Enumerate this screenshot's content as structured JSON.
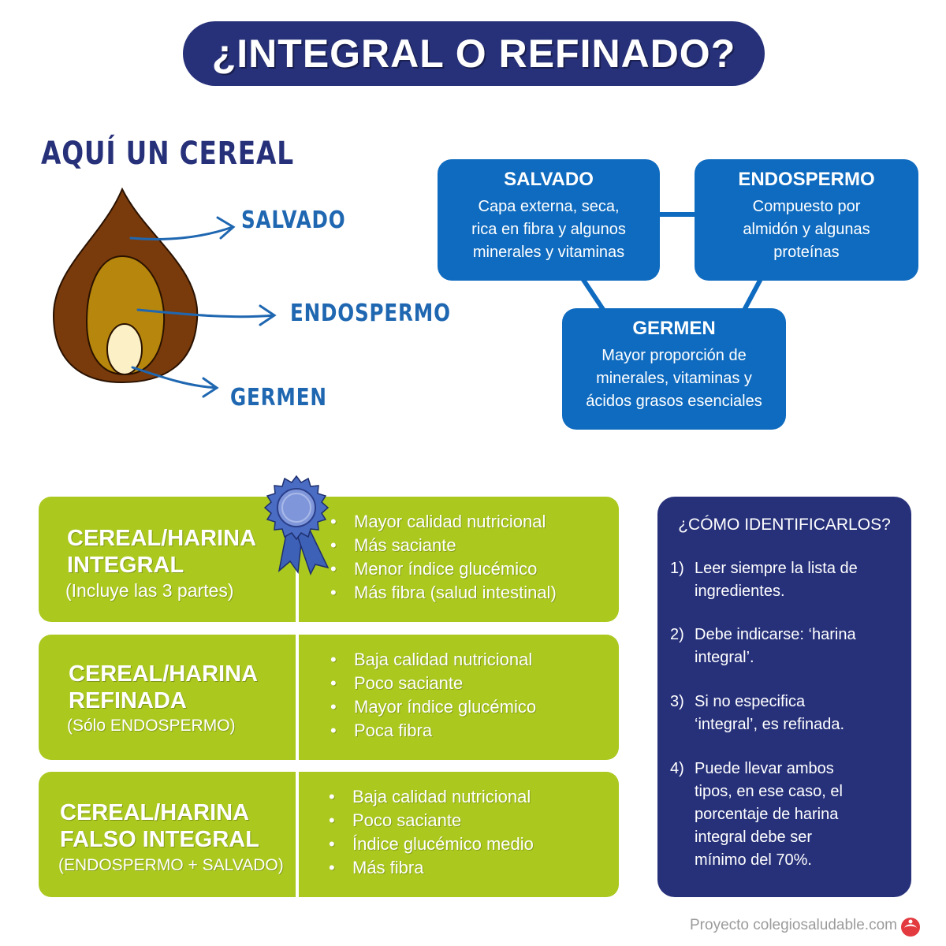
{
  "title": "¿INTEGRAL O REFINADO?",
  "cereal_heading": "AQUÍ UN CEREAL",
  "grain_labels": {
    "salvado": "SALVADO",
    "endosperm": "ENDOSPERMO",
    "germen": "GERMEN"
  },
  "parts": {
    "salvado": {
      "title": "SALVADO",
      "desc": [
        "Capa externa, seca,",
        "rica en fibra y algunos",
        "minerales y vitaminas"
      ]
    },
    "endosperm": {
      "title": "ENDOSPERMO",
      "desc": [
        "Compuesto por",
        "almidón y algunas",
        "proteínas"
      ]
    },
    "germen": {
      "title": "GERMEN",
      "desc": [
        "Mayor proporción de",
        "minerales, vitaminas y",
        "ácidos grasos esenciales"
      ]
    }
  },
  "types": [
    {
      "name": [
        "CEREAL/HARINA",
        "INTEGRAL"
      ],
      "sub": "(Incluye las 3 partes)",
      "bullets": [
        "Mayor calidad nutricional",
        "Más saciante",
        "Menor índice glucémico",
        "Más fibra (salud intestinal)"
      ]
    },
    {
      "name": [
        "CEREAL/HARINA",
        "REFINADA"
      ],
      "sub": "(Sólo ENDOSPERMO)",
      "bullets": [
        "Baja  calidad nutricional",
        "Poco  saciante",
        "Mayor índice glucémico",
        "Poca fibra"
      ]
    },
    {
      "name": [
        "CEREAL/HARINA",
        "FALSO INTEGRAL"
      ],
      "sub": "(ENDOSPERMO + SALVADO)",
      "bullets": [
        "Baja  calidad nutricional",
        "Poco  saciante",
        "Índice glucémico medio",
        "Más  fibra"
      ]
    }
  ],
  "identify": {
    "title": "¿CÓMO IDENTIFICARLOS?",
    "steps": [
      {
        "num": "1)",
        "lines": [
          "Leer siempre la lista de",
          "ingredientes."
        ]
      },
      {
        "num": "2)",
        "lines": [
          "Debe indicarse: ‘harina",
          "integral’."
        ]
      },
      {
        "num": "3)",
        "lines": [
          "Si no especifica",
          "‘integral’, es refinada."
        ]
      },
      {
        "num": "4)",
        "lines": [
          "Puede llevar ambos",
          "tipos, en ese caso, el",
          "porcentaje de harina",
          "integral debe ser",
          "mínimo del 70%."
        ]
      }
    ]
  },
  "credit": "Proyecto colegiosaludable.com",
  "colors": {
    "navy": "#27317a",
    "blue": "#0f6bbf",
    "label_blue": "#1f67b1",
    "green": "#aac81e",
    "bran": "#7a3b0c",
    "endosperm": "#b7860c",
    "germ": "#fbf0c6",
    "rosette": "#3e61b8"
  },
  "icons": [
    "grain-diagram",
    "award-rosette-icon",
    "logo-icon"
  ]
}
